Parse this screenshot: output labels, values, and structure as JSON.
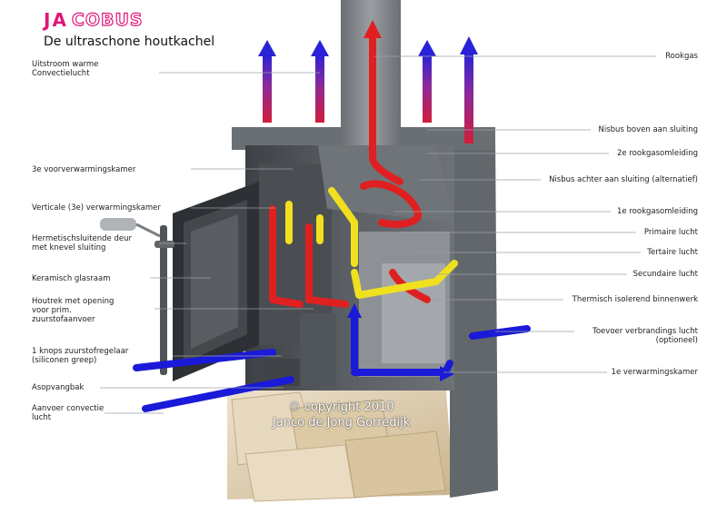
{
  "header": {
    "brand_mark": "JA",
    "brand_name": "COBUS",
    "subtitle": "De ultraschone houtkachel"
  },
  "labels_left": [
    "Uitstroom warme\nConvectielucht",
    "3e voorverwarmingskamer",
    "Verticale (3e) verwarmingskamer",
    "Hermetischsluitende deur\nmet knevel sluiting",
    "Keramisch glasraam",
    "Houtrek met opening\nvoor prim.\nzuurstofaanvoer",
    "1 knops zuurstofregelaar\n(siliconen greep)",
    "Asopvangbak",
    "Aanvoer convectie\nlucht"
  ],
  "labels_right": [
    "Rookgas",
    "Nisbus boven aan sluiting",
    "2e rookgasomleiding",
    "Nisbus achter aan sluiting (alternatief)",
    "1e rookgasomleiding",
    "Primaire lucht",
    "Tertaire lucht",
    "Secundaire lucht",
    "Thermisch isolerend binnenwerk",
    "Toevoer verbrandings lucht\n(optioneel)",
    "1e verwarmingskamer"
  ],
  "copyright": "© copyright 2010\nJanco de Jong Gorredijk",
  "colors": {
    "brand": "#e0177a",
    "smoke_flow": "#e02020",
    "cold_air": "#1a1ad8",
    "secondary_air": "#f0e020",
    "stove_body": "#555a5f",
    "firewood": "#d9c8a8"
  }
}
